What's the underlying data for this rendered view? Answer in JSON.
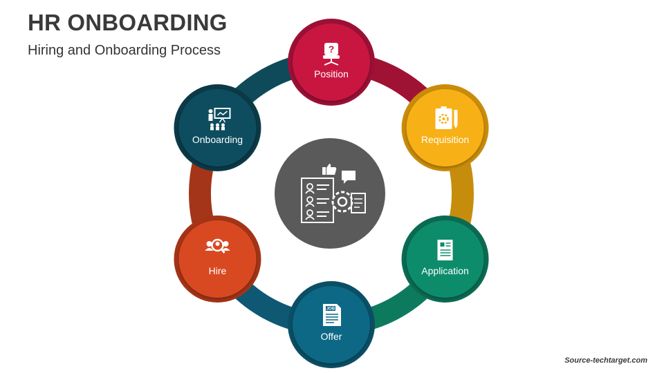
{
  "header": {
    "title": "HR ONBOARDING",
    "subtitle": "Hiring and Onboarding Process"
  },
  "footer": {
    "source": "Source-techtarget.com"
  },
  "center": {
    "icon": "recruitment-gear-icon",
    "color": "#5a5a5a"
  },
  "steps": [
    {
      "label": "Position",
      "icon": "chair-question-icon",
      "color": "#c8163f",
      "dark": "#9c1036",
      "arm": "#a01233"
    },
    {
      "label": "Requisition",
      "icon": "clipboard-gear-icon",
      "color": "#f7b014",
      "dark": "#c98c0a",
      "arm": "#c68c0c"
    },
    {
      "label": "Application",
      "icon": "document-form-icon",
      "color": "#0e8c6c",
      "dark": "#0a6b52",
      "arm": "#0d7a5e"
    },
    {
      "label": "Offer",
      "icon": "job-document-icon",
      "color": "#0d6785",
      "dark": "#0a4f66",
      "arm": "#0e5873"
    },
    {
      "label": "Hire",
      "icon": "people-search-icon",
      "color": "#d84a21",
      "dark": "#a43417",
      "arm": "#a43519"
    },
    {
      "label": "Onboarding",
      "icon": "presentation-board-icon",
      "color": "#0f4e5f",
      "dark": "#0b3a47",
      "arm": "#0f4a5a"
    }
  ]
}
